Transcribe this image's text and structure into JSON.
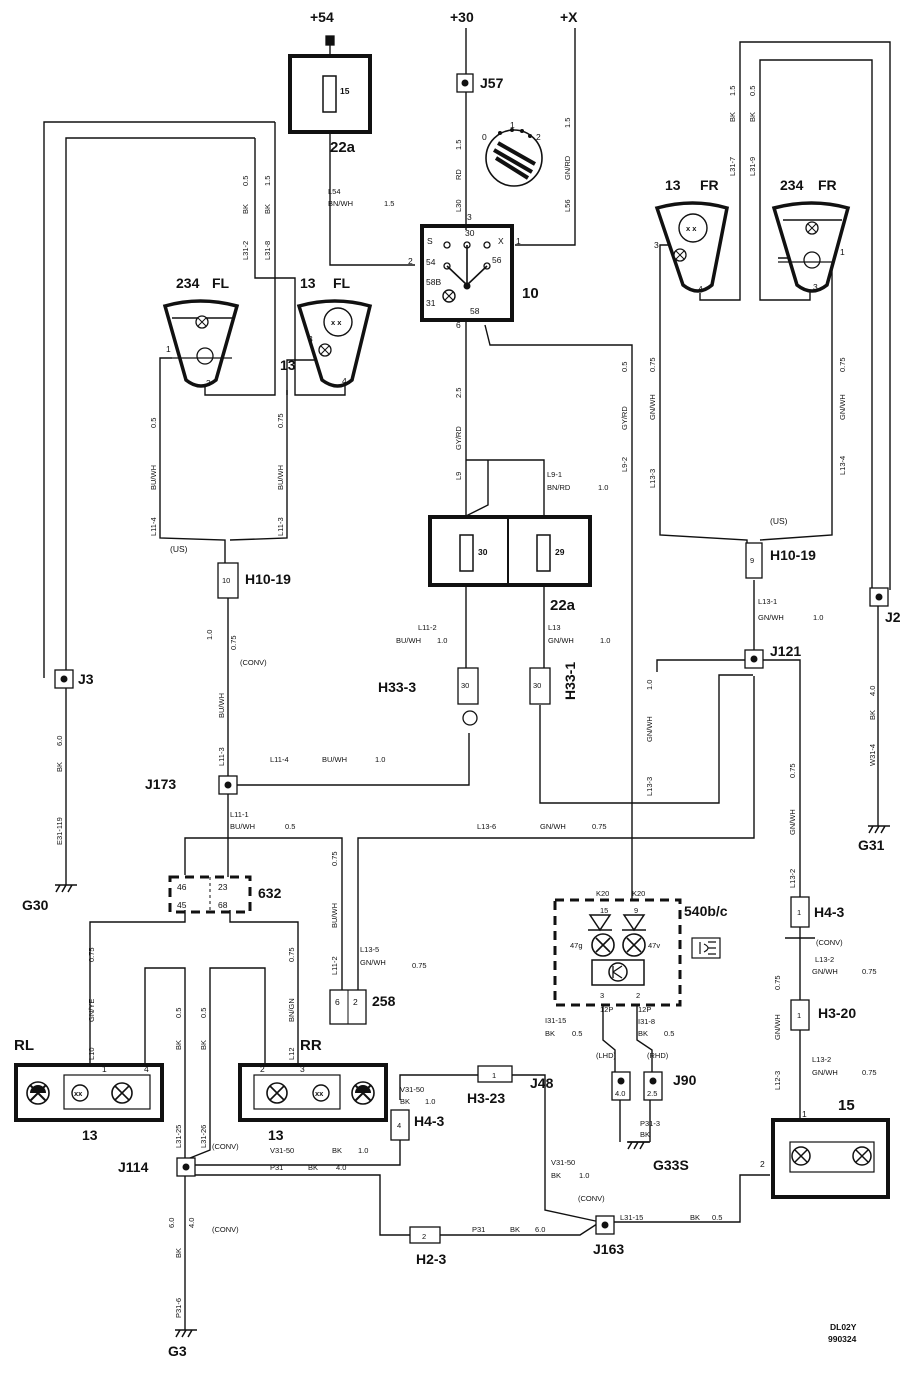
{
  "supply": {
    "p54": "+54",
    "p30": "+30",
    "px": "+X"
  },
  "grounds": {
    "g30": "G30",
    "g31": "G31",
    "g3": "G3",
    "g33s": "G33S"
  },
  "components": {
    "fuse22a_top": "22a",
    "fuse15": "15",
    "fuse22a_bot": "22a",
    "fuse30": "30",
    "fuse29": "29",
    "switch10": "10",
    "lamp234fl": "234",
    "lamp13fl": "13",
    "fl": "FL",
    "lamp13fr": "13",
    "lamp234fr": "234",
    "fr": "FR",
    "rl": "RL",
    "rr": "RR",
    "rl_num": "13",
    "rr_num": "13",
    "c632": "632",
    "c258": "258",
    "c540": "540b/c",
    "lamp15": "15"
  },
  "connectors": {
    "j57": "J57",
    "j3": "J3",
    "j2": "J2",
    "j121": "J121",
    "j173": "J173",
    "j114": "J114",
    "j48": "J48",
    "j90": "J90",
    "j163": "J163",
    "h10_19_l": "H10-19",
    "h10_19_r": "H10-19",
    "h33_3": "H33-3",
    "h33_1": "H33-1",
    "h4_3_r": "H4-3",
    "h3_20": "H3-20",
    "h3_23": "H3-23",
    "h4_3_l": "H4-3",
    "h2_3": "H2-3"
  },
  "switch_terms": {
    "t30": "30",
    "ts": "S",
    "tx": "X",
    "t54": "54",
    "t56": "56",
    "t58b": "58B",
    "t31": "31",
    "t58": "58",
    "t3": "3",
    "t2": "2",
    "t1": "1",
    "t6": "6"
  },
  "ignition": {
    "p0": "0",
    "p1": "1",
    "p2": "2"
  },
  "wires": {
    "rd15": "RD",
    "rd15s": "1.5",
    "l30": "L30",
    "gnrd": "GN/RD",
    "gnrd_s": "1.5",
    "l56": "L56",
    "l54": "L54",
    "bnwh": "BN/WH",
    "bnwh_s": "1.5",
    "bk05_l": "BK",
    "bk05_l_s": "0.5",
    "bk15_l": "BK",
    "bk15_l_s": "1.5",
    "l31_2": "L31-2",
    "l31_8": "L31-8",
    "buwh_05": "BU/WH",
    "buwh_05_s": "0.5",
    "l11_4_top": "L11-4",
    "buwh_075": "BU/WH",
    "buwh_075_s": "0.75",
    "l11_3_top": "L11-3",
    "us_l": "(US)",
    "us_r": "(US)",
    "conv_l": "(CONV)",
    "s10": "1.0",
    "s075": "0.75",
    "gyrd25": "GY/RD",
    "gyrd25_s": "2.5",
    "l9": "L9",
    "l9_1": "L9-1",
    "bnrd": "BN/RD",
    "bnrd_s": "1.0",
    "gyrd05": "GY/RD",
    "gyrd05_s": "0.5",
    "l9_2": "L9-2",
    "bk15_r": "BK",
    "bk15_r_s": "1.5",
    "bk05_r": "BK",
    "bk05_r_s": "0.5",
    "l31_7": "L31-7",
    "l31_9": "L31-9",
    "gnwh_l": "GN/WH",
    "gnwh_l_s": "0.75",
    "l13_3_top": "L13-3",
    "gnwh_r": "GN/WH",
    "gnwh_r_s": "0.75",
    "l13_4": "L13-4",
    "l13_1": "L13-1",
    "gnwh_131": "GN/WH",
    "gnwh_131_s": "1.0",
    "l11_2": "L11-2",
    "buwh_112": "BU/WH",
    "buwh_112_s": "1.0",
    "l13": "L13",
    "gnwh_13": "GN/WH",
    "gnwh_13_s": "1.0",
    "bk40": "BK",
    "bk40_s": "4.0",
    "w31_4": "W31-4",
    "bk60": "BK",
    "bk60_s": "6.0",
    "e31_119": "E31-119",
    "buwh_mid": "BU/WH",
    "l11_3_mid": "L11-3",
    "l11_4_mid": "L11-4",
    "buwh_mid2": "BU/WH",
    "s10_mid": "1.0",
    "gnwh_133": "GN/WH",
    "gnwh_133_s": "1.0",
    "l13_3_mid": "L13-3",
    "l11_1": "L11-1",
    "buwh_111": "BU/WH",
    "buwh_111_s": "0.5",
    "l13_6": "L13-6",
    "gnwh_136": "GN/WH",
    "gnwh_136_s": "0.75",
    "gnwh_132v": "GN/WH",
    "gnwh_132v_s": "0.75",
    "l13_2v": "L13-2",
    "buwh_075b": "BU/WH",
    "buwh_075b_s": "0.75",
    "l11_2b": "L11-2",
    "l13_5": "L13-5",
    "gnwh_135": "GN/WH",
    "gnwh_135_s": "0.75",
    "gnye": "GN/YE",
    "gnye_s": "0.75",
    "l10": "L10",
    "bngn": "BN/GN",
    "bngn_s": "0.75",
    "l12": "L12",
    "bk_l31_25": "BK",
    "bk_l31_25_s": "0.5",
    "l31_25": "L31-25",
    "bk_l31_26": "BK",
    "bk_l31_26_s": "0.5",
    "l31_26": "L31-26",
    "v31_50a": "V31-50",
    "v31_50a_bk": "BK",
    "v31_50a_s": "1.0",
    "v31_50b": "V31-50",
    "v31_50b_bk": "BK",
    "v31_50b_s": "1.0",
    "p31": "P31",
    "p31_bk": "BK",
    "p31_s": "4.0",
    "v31_50c": "V31-50",
    "v31_50c_bk": "BK",
    "v31_50c_s": "1.0",
    "p31b": "P31",
    "p31b_bk": "BK",
    "p31b_s": "6.0",
    "l31_15": "L31-15",
    "l31_15_bk": "BK",
    "l31_15_s": "0.5",
    "conv_j114": "(CONV)",
    "conv_j163": "(CONV)",
    "conv_b": "(CONV)",
    "s60": "6.0",
    "s40": "4.0",
    "bk_g3": "BK",
    "p31_6": "P31-6",
    "l13_2a": "L13-2",
    "gnwh_132a": "GN/WH",
    "gnwh_132a_s": "0.75",
    "gnwh_123": "GN/WH",
    "gnwh_123_s": "0.75",
    "l12_3": "L12-3",
    "l13_2b": "L13-2",
    "gnwh_132b": "GN/WH",
    "gnwh_132b_s": "0.75",
    "conv_r": "(CONV)",
    "i31_15": "I31-15",
    "i31_15_bk": "BK",
    "i31_15_s": "0.5",
    "i31_8": "I31-8",
    "i31_8_bk": "BK",
    "i31_8_s": "0.5",
    "lhd": "(LHD)",
    "rhd": "(RHD)",
    "p31_3": "P31-3",
    "p31_3_bk": "BK",
    "j90_40": "4.0",
    "j90_25": "2.5",
    "k20a": "K20",
    "k20b": "K20",
    "d15": "15",
    "d9": "9",
    "l47g": "47g",
    "l47v": "47v",
    "p12a": "12P",
    "p12b": "12P",
    "t3": "3",
    "t2": "2"
  },
  "pins": {
    "h10l": "10",
    "h10r": "9",
    "h33_3": "30",
    "h33_1": "30",
    "c632_46": "46",
    "c632_23": "23",
    "c632_45": "45",
    "c632_68": "68",
    "c258_6": "6",
    "c258_2": "2",
    "rl_1": "1",
    "rl_4": "4",
    "rr_2": "2",
    "rr_3": "3",
    "h4_3_r": "1",
    "h3_20": "1",
    "h3_23": "1",
    "h4_3_l": "4",
    "h2_3": "2",
    "lamp15_1": "1",
    "lamp15_2": "2",
    "fl234_1": "1",
    "fl234_3": "3",
    "fl13_3": "3",
    "fl13_4": "4",
    "fl13_13": "13",
    "fr13_3": "3",
    "fr13_4": "4",
    "fr234_1": "1",
    "fr234_3": "3"
  },
  "footer": {
    "code": "DL02Y",
    "date": "990324"
  }
}
